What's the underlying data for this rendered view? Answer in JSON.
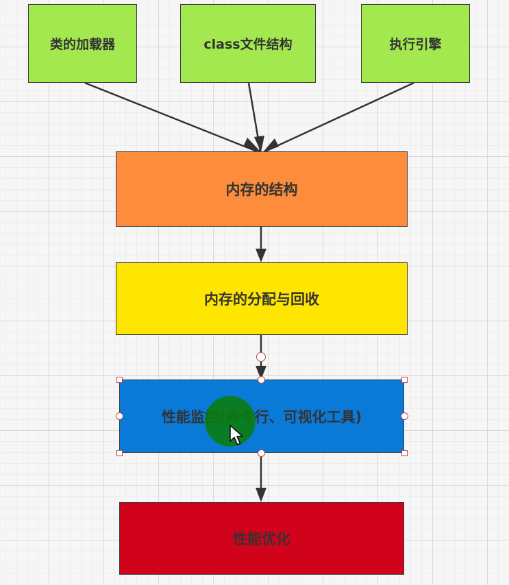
{
  "diagram": {
    "nodes": [
      {
        "id": "class-loader",
        "label": "类的加载器",
        "fill": "#a3e84f"
      },
      {
        "id": "class-file-structure",
        "label": "class文件结构",
        "fill": "#a3e84f"
      },
      {
        "id": "execution-engine",
        "label": "执行引擎",
        "fill": "#a3e84f"
      },
      {
        "id": "memory-structure",
        "label": "内存的结构",
        "fill": "#fd8c3c"
      },
      {
        "id": "memory-allocation-gc",
        "label": "内存的分配与回收",
        "fill": "#ffe600"
      },
      {
        "id": "performance-monitoring",
        "label": "性能监控(命令行、可视化工具)",
        "fill": "#0a7ad9",
        "selected": true
      },
      {
        "id": "performance-tuning",
        "label": "性能优化",
        "fill": "#d1021b"
      }
    ],
    "edges": [
      {
        "from": "class-loader",
        "to": "memory-structure"
      },
      {
        "from": "class-file-structure",
        "to": "memory-structure"
      },
      {
        "from": "execution-engine",
        "to": "memory-structure"
      },
      {
        "from": "memory-structure",
        "to": "memory-allocation-gc"
      },
      {
        "from": "memory-allocation-gc",
        "to": "performance-monitoring"
      },
      {
        "from": "performance-monitoring",
        "to": "performance-tuning"
      }
    ],
    "colors": {
      "edge": "#333333",
      "selection_handle": "#b0484c",
      "cursor_highlight": "#0a7d0a"
    }
  }
}
